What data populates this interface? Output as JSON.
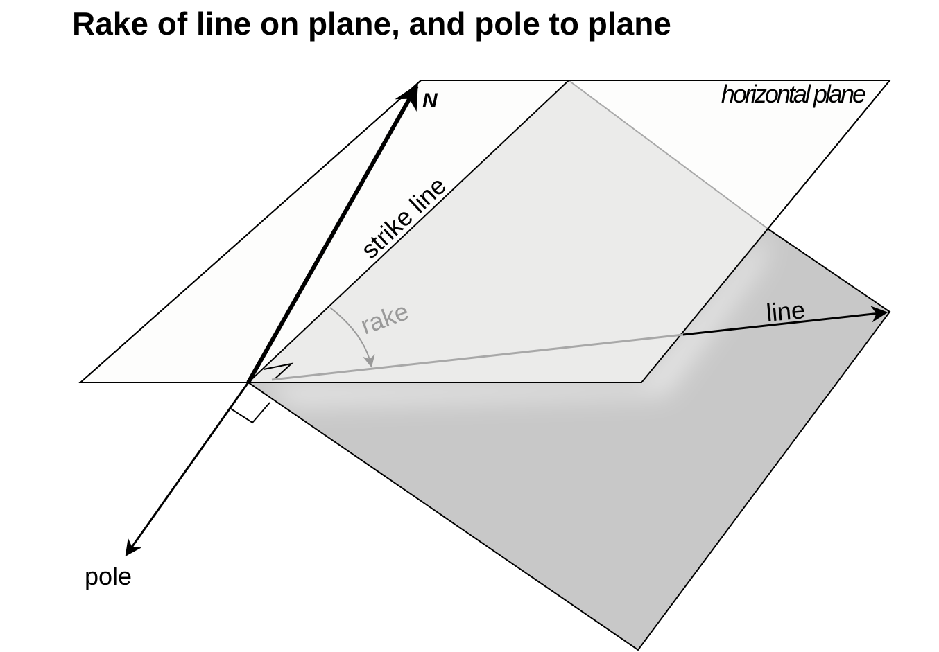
{
  "title": "Rake of line on plane, and pole to plane",
  "labels": {
    "north": "N",
    "horizontal_plane": "horizontal plane",
    "strike_line": "strike line",
    "rake": "rake",
    "line": "line",
    "pole": "pole"
  },
  "colors": {
    "background": "#ffffff",
    "horizontal_plane_fill": "#fdfdfc",
    "dipping_plane_above": "#ebebea",
    "dipping_plane_below": "#c8c8c8",
    "outline": "#000000",
    "hidden_line": "#a8a8a8",
    "rake_label": "#999999"
  }
}
